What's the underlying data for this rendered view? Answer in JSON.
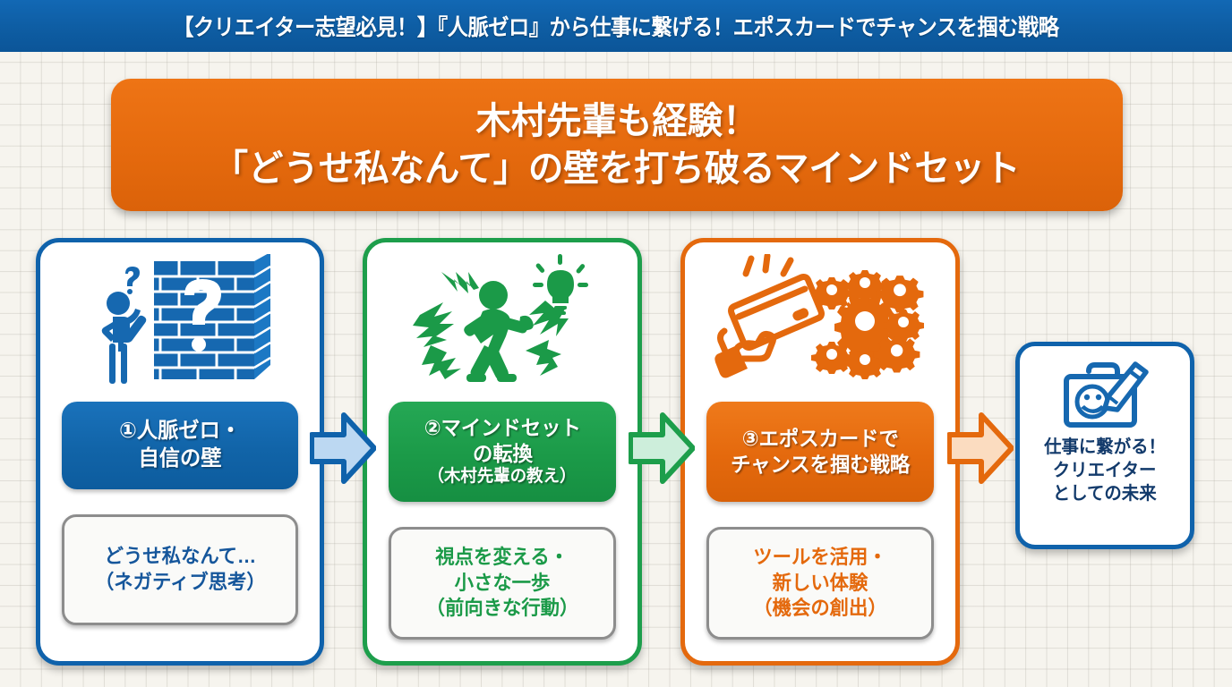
{
  "header": {
    "title": "【クリエイター志望必見！】『人脈ゼロ』から仕事に繋げる！エポスカードでチャンスを掴む戦略",
    "bg_color": "#0e5da3"
  },
  "hero": {
    "line1": "木村先輩も経験！",
    "line2": "「どうせ私なんて」の壁を打ち破るマインドセット",
    "bg_color": "#e4690d",
    "text_color": "#ffffff"
  },
  "steps": [
    {
      "index": "1",
      "accent_color": "#0f62ab",
      "icon": "person-questioning-brick-wall-icon",
      "label_lines": [
        "①人脈ゼロ・",
        "自信の壁"
      ],
      "note_lines": [
        "どうせ私なんて…",
        "（ネガティブ思考）"
      ],
      "note_text_color": "#15569b",
      "note_border_color": "#8d8d8d"
    },
    {
      "index": "2",
      "accent_color": "#1d9e4b",
      "icon": "person-breaking-through-wall-lightbulb-icon",
      "label_lines": [
        "②マインドセット",
        "の転換",
        "（木村先輩の教え）"
      ],
      "note_lines": [
        "視点を変える・",
        "小さな一歩",
        "（前向きな行動）"
      ],
      "note_text_color": "#1b9a48",
      "note_border_color": "#8d8d8d"
    },
    {
      "index": "3",
      "accent_color": "#e4690d",
      "icon": "hand-holding-credit-card-gear-network-icon",
      "label_lines": [
        "③エポスカードで",
        "チャンスを掴む戦略"
      ],
      "note_lines": [
        "ツールを活用・",
        "新しい体験",
        "（機会の創出）"
      ],
      "note_text_color": "#e4690d",
      "note_border_color": "#8d8d8d"
    }
  ],
  "outcome": {
    "accent_color": "#0f62ab",
    "icon": "briefcase-smiley-pencil-icon",
    "lines": [
      "仕事に繋がる！",
      "クリエイター",
      "としての未来"
    ],
    "text_color": "#123a6b"
  },
  "arrows": [
    {
      "name": "arrow-step1-to-step2",
      "fill": "#bcd8f2",
      "stroke": "#0f62ab"
    },
    {
      "name": "arrow-step2-to-step3",
      "fill": "#cdeedb",
      "stroke": "#1d9e4b"
    },
    {
      "name": "arrow-step3-to-outcome",
      "fill": "#fbdcc0",
      "stroke": "#e4690d"
    }
  ],
  "background": {
    "color": "#f6f4ee",
    "grid_line_color": "#aba89e"
  }
}
